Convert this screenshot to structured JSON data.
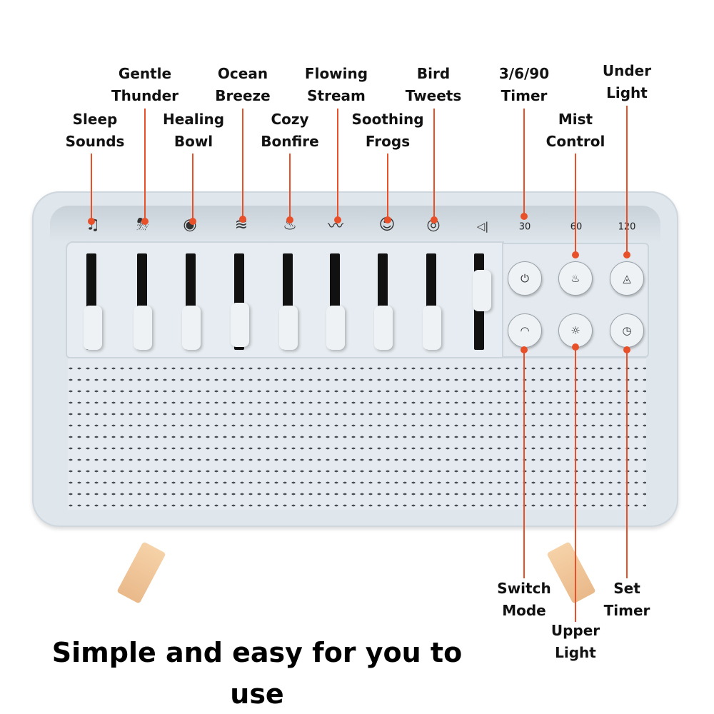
{
  "labels": {
    "sleep_sounds": [
      "Sleep",
      "Sounds"
    ],
    "gentle_thunder": [
      "Gentle",
      "Thunder"
    ],
    "healing_bowl": [
      "Healing",
      "Bowl"
    ],
    "ocean_breeze": [
      "Ocean",
      "Breeze"
    ],
    "cozy_bonfire": [
      "Cozy",
      "Bonfire"
    ],
    "flowing_stream": [
      "Flowing",
      "Stream"
    ],
    "soothing_frogs": [
      "Soothing",
      "Frogs"
    ],
    "bird_tweets": [
      "Bird",
      "Tweets"
    ],
    "timer_3690": [
      "3/6/90",
      "Timer"
    ],
    "mist_control": [
      "Mist",
      "Control"
    ],
    "under_light": [
      "Under",
      "Light"
    ],
    "switch_mode": [
      "Switch",
      "Mode"
    ],
    "upper_light": [
      "Upper",
      "Light"
    ],
    "set_timer": [
      "Set",
      "Timer"
    ]
  },
  "timer_ticks": [
    "30",
    "60",
    "120"
  ],
  "icons": {
    "sound_icons": [
      "sleep-sounds-icon",
      "thunder-icon",
      "healing-bowl-icon",
      "ocean-breeze-icon",
      "bonfire-icon",
      "stream-icon",
      "frog-icon",
      "bird-icon",
      "volume-icon"
    ],
    "glyphs": [
      "♫",
      "⛈",
      "◉",
      "≋",
      "♨",
      "〰",
      "☺",
      "◎",
      "◁|"
    ],
    "buttons": [
      "⏻",
      "♨",
      "◬",
      "◠",
      "☼",
      "◷"
    ]
  },
  "accent_color": "#e8502a",
  "caption": [
    "Simple and easy for you to",
    "use"
  ]
}
